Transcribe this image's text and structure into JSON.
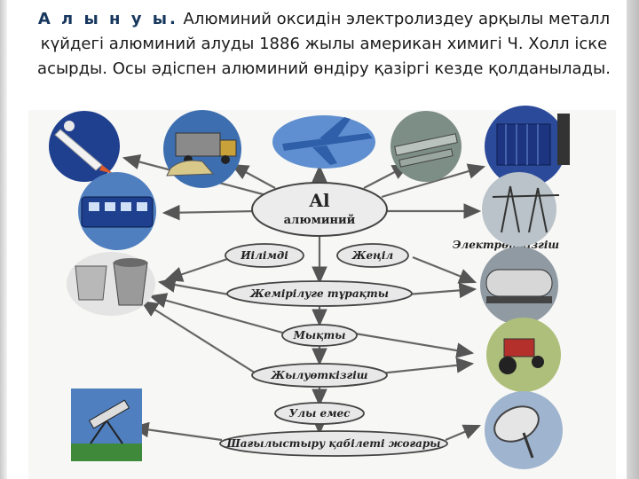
{
  "caption": {
    "lead": "А л ы н у ы.",
    "body": " Алюминий оксидін электролиздеу арқылы металл күйдегі алюминий алуды 1886 жылы американ химигі Ч. Холл іске асырды. Осы әдіспен алюминий өндіру қазіргі кезде қолданылады."
  },
  "center": {
    "symbol": "Al",
    "name": "алюминий"
  },
  "properties": {
    "malleable": "Иілімді",
    "light": "Жеңіл",
    "corrosion": "Жемірілуге тұрақты",
    "strong": "Мықты",
    "thermal": "Жылуөткізгіш",
    "nontoxic": "Улы емес",
    "reflective": "Шағылыстыру қабілеті жоғары"
  },
  "electro_label": "Электрөткізгіш",
  "icons": [
    "rocket-icon",
    "truck-icon",
    "airplane-icon",
    "pipeline-icon",
    "building-icon",
    "train-icon",
    "power-line-icon",
    "cookware-icon",
    "tanker-icon",
    "tractor-icon",
    "telescope-icon",
    "satellite-dish-icon"
  ],
  "colors": {
    "caption_lead": "#17375e",
    "bubble_fill": "#e8e8e8",
    "arrow": "#444444"
  }
}
